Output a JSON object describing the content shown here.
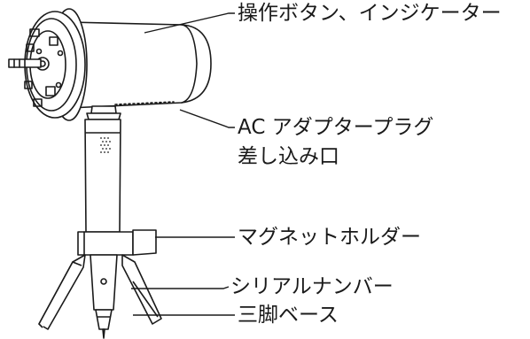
{
  "diagram": {
    "callouts": [
      {
        "id": "buttons",
        "text": "操作ボタン、インジケーター"
      },
      {
        "id": "ac-line1",
        "text": "AC アダプタープラグ"
      },
      {
        "id": "ac-line2",
        "text": "差し込み口"
      },
      {
        "id": "magnet",
        "text": "マグネットホルダー"
      },
      {
        "id": "serial",
        "text": "シリアルナンバー"
      },
      {
        "id": "tripod",
        "text": "三脚ベース"
      }
    ]
  }
}
